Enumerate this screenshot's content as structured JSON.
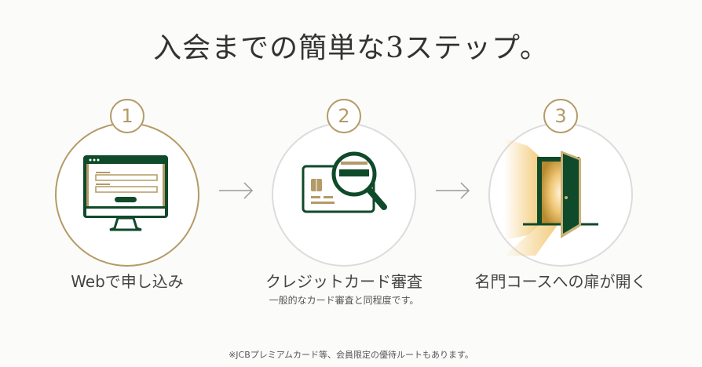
{
  "title": "入会までの簡単な3ステップ。",
  "colors": {
    "gold": "#b49a66",
    "green": "#0f4a2a",
    "ring_inactive": "#dcdcdc",
    "arrow": "#9a9a9a"
  },
  "steps": [
    {
      "number": "1",
      "label": "Webで申し込み",
      "sub": "",
      "icon": "computer-form-icon",
      "active": true
    },
    {
      "number": "2",
      "label": "クレジットカード審査",
      "sub": "一般的なカード審査と同程度です。",
      "icon": "card-magnifier-icon",
      "active": false
    },
    {
      "number": "3",
      "label": "名門コースへの扉が開く",
      "sub": "",
      "icon": "open-door-icon",
      "active": false
    }
  ],
  "arrows": [
    "arrow-right-icon",
    "arrow-right-icon"
  ],
  "footnote": "※JCBプレミアムカード等、会員限定の優待ルートもあります。"
}
